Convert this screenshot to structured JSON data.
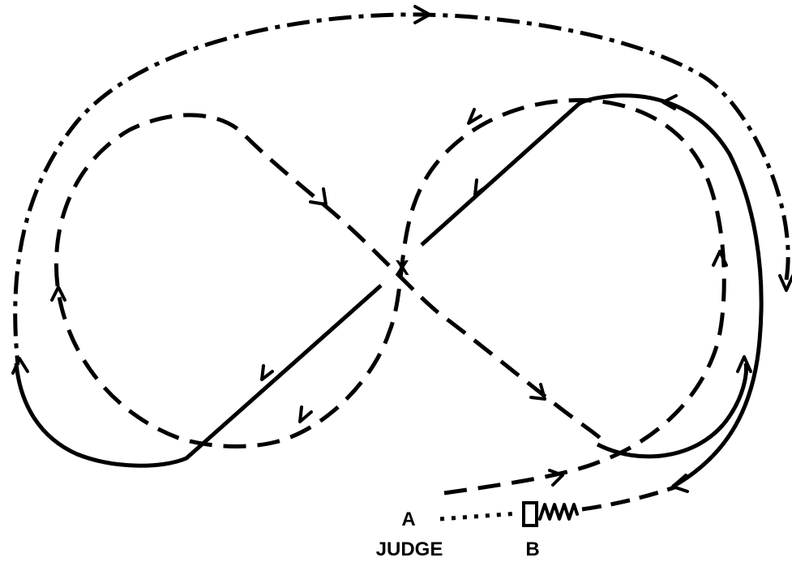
{
  "diagram": {
    "center_label": "X",
    "start_label": "A",
    "judge_label": "JUDGE",
    "end_label": "B",
    "line_color": "#000000",
    "background": "#ffffff",
    "routes": [
      "solid",
      "dashed",
      "dash-dot",
      "dotted"
    ]
  }
}
